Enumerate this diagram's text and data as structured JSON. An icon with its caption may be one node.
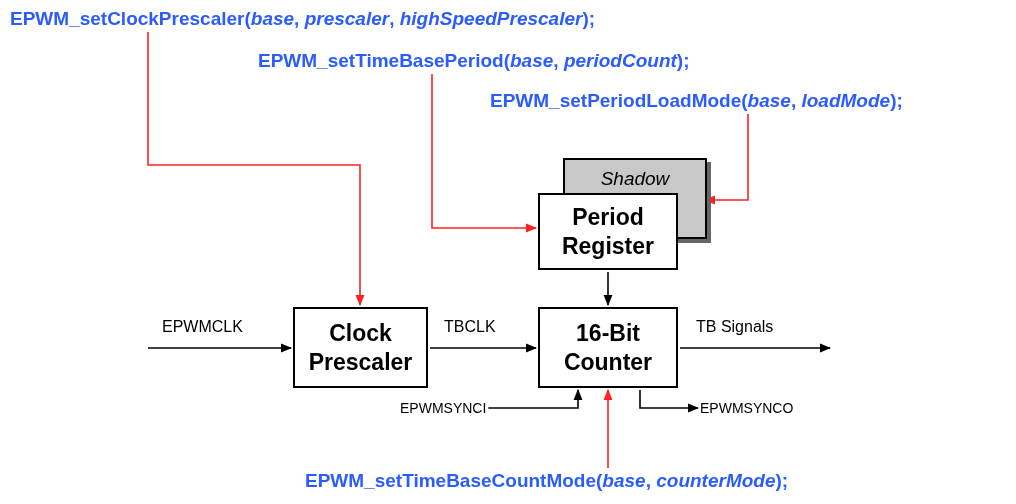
{
  "diagram": {
    "nodes": [
      {
        "text": [
          "EPWM_setClockPrescaler(*base*, *prescaler*, *highSpeedPrescaler*);"
        ]
      },
      {
        "text": [
          "EPWM_setTimeBasePeriod(*base*, *periodCount*);"
        ]
      },
      {
        "text": [
          "EPWM_setPeriodLoadMode(*base*, *loadMode*);"
        ]
      },
      {
        "text": [
          "Shadow"
        ]
      },
      {
        "text": [
          "Period Register"
        ]
      },
      {
        "text": [
          "Clock Prescaler"
        ]
      },
      {
        "text": [
          "16-Bit Counter"
        ]
      },
      {
        "text": [
          "EPWM_setTimeBaseCountMode(*base*, *counterMode*);"
        ]
      },
      {
        "text": [
          "EPWMSYNCI"
        ]
      },
      {
        "text": [
          "EPWMSYNCO"
        ]
      }
    ],
    "edges": [
      {
        "from": 0,
        "to": 5,
        "arrow": "to",
        "color": "#ff2020"
      },
      {
        "from": 1,
        "to": 4,
        "arrow": "to",
        "color": "#ff2020"
      },
      {
        "from": 2,
        "to": 3,
        "arrow": "to",
        "color": "#ff2020"
      },
      {
        "from": 4,
        "to": 6,
        "arrow": "to"
      },
      {
        "from": null,
        "to": 5,
        "arrow": "to",
        "label": "EPWMCLK"
      },
      {
        "from": 5,
        "to": 6,
        "arrow": "to",
        "label": "TBCLK"
      },
      {
        "from": 6,
        "to": null,
        "arrow": "to",
        "label": "TB Signals"
      },
      {
        "from": 8,
        "to": 6,
        "arrow": "to"
      },
      {
        "from": 6,
        "to": 9,
        "arrow": "to"
      },
      {
        "from": 7,
        "to": 6,
        "arrow": "to",
        "color": "#ff2020"
      }
    ]
  }
}
